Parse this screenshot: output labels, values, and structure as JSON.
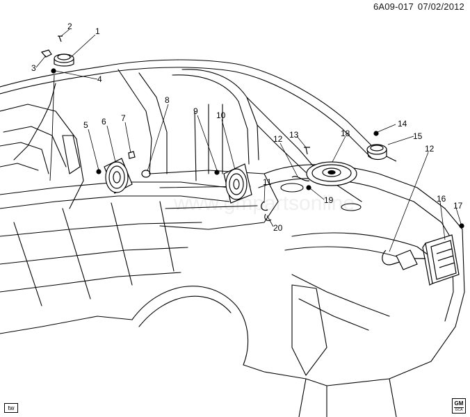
{
  "header": {
    "code": "6A09-017",
    "date": "07/02/2012"
  },
  "watermark": "www.gmpartsonline",
  "badges": {
    "left": "tw",
    "right_top": "GM",
    "right_bottom": "GCA"
  },
  "callouts": [
    {
      "id": "c1",
      "label": "1"
    },
    {
      "id": "c2",
      "label": "2"
    },
    {
      "id": "c3",
      "label": "3"
    },
    {
      "id": "c4",
      "label": "4"
    },
    {
      "id": "c5",
      "label": "5"
    },
    {
      "id": "c6",
      "label": "6"
    },
    {
      "id": "c7",
      "label": "7"
    },
    {
      "id": "c8",
      "label": "8"
    },
    {
      "id": "c9",
      "label": "9"
    },
    {
      "id": "c10",
      "label": "10"
    },
    {
      "id": "c11",
      "label": "11"
    },
    {
      "id": "c12a",
      "label": "12"
    },
    {
      "id": "c12b",
      "label": "12"
    },
    {
      "id": "c13",
      "label": "13"
    },
    {
      "id": "c14",
      "label": "14"
    },
    {
      "id": "c15",
      "label": "15"
    },
    {
      "id": "c16",
      "label": "16"
    },
    {
      "id": "c17",
      "label": "17"
    },
    {
      "id": "c18",
      "label": "18"
    },
    {
      "id": "c19",
      "label": "19"
    },
    {
      "id": "c20",
      "label": "20"
    }
  ]
}
